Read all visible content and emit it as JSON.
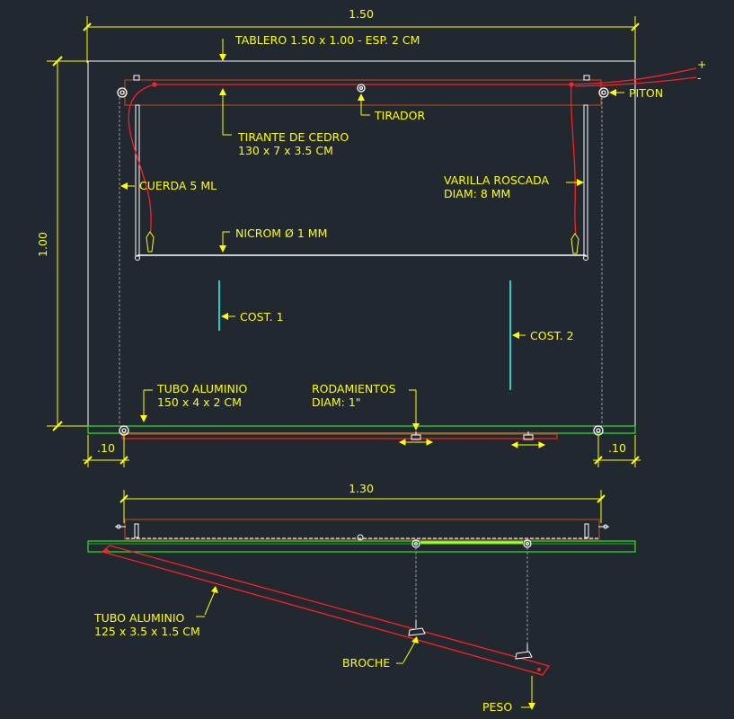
{
  "dims": {
    "width": "1.50",
    "height": "1.00",
    "left_margin": ".10",
    "right_margin": ".10",
    "side_width": "1.30"
  },
  "labels": {
    "tablero": "TABLERO 1.50 x 1.00 - ESP.  2 CM",
    "tirador": "TIRADOR",
    "tirante_1": "TIRANTE DE CEDRO",
    "tirante_2": "130 x 7 x 3.5 CM",
    "piton": "PITON",
    "cuerda": "CUERDA 5 ML",
    "varilla_1": "VARILLA ROSCADA",
    "varilla_2": "DIAM: 8 MM",
    "nicrom": "NICROM Ø 1 MM",
    "cost1": "COST. 1",
    "cost2": "COST. 2",
    "tubo1_1": "TUBO ALUMINIO",
    "tubo1_2": "150 x 4 x 2 CM",
    "rodamientos_1": "RODAMIENTOS",
    "rodamientos_2": "DIAM: 1\"",
    "tubo2_1": "TUBO ALUMINIO",
    "tubo2_2": "125 x 3.5 x 1.5 CM",
    "broche": "BROCHE",
    "peso": "PESO",
    "plus": "+",
    "minus": "-"
  },
  "colors": {
    "background": "#212830",
    "dimension": "#ffff00",
    "board": "#ffffff",
    "wire": "#ff2020",
    "tirante": "#c8501e",
    "tube": "#22dd22",
    "highlight": "#ccff33",
    "cost": "#22cccc",
    "rope": "#9a9a9a"
  }
}
